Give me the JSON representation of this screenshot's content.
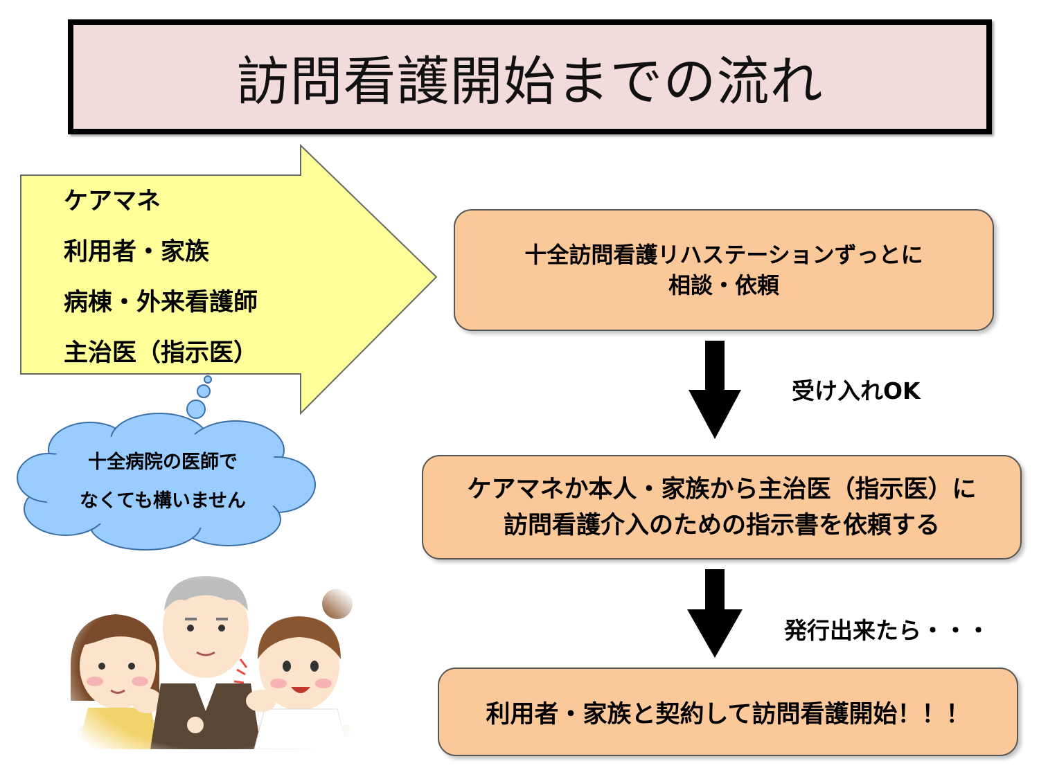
{
  "title": "訪問看護開始までの流れ",
  "sources": {
    "items": [
      {
        "label": "ケアマネ"
      },
      {
        "label": "利用者・家族"
      },
      {
        "label": "病棟・外来看護師"
      },
      {
        "label": "主治医（指示医）"
      }
    ]
  },
  "cloud_note": {
    "line1": "十全病院の医師で",
    "line2": "なくても構いません"
  },
  "steps": [
    {
      "line1": "十全訪問看護リハステーションずっとに",
      "line2": "相談・依頼"
    },
    {
      "line1": "ケアマネか本人・家族から主治医（指示医）に",
      "line2": "訪問看護介入のための指示書を依頼する"
    },
    {
      "line1": "利用者・家族と契約して訪問看護開始！！！"
    }
  ],
  "arrow_labels": [
    "受け入れOK",
    "発行出来たら・・・"
  ],
  "colors": {
    "title_bg": "#f2dcdb",
    "big_arrow": "#ffff99",
    "cloud": "#99ccff",
    "step_box": "#fbc89a"
  }
}
